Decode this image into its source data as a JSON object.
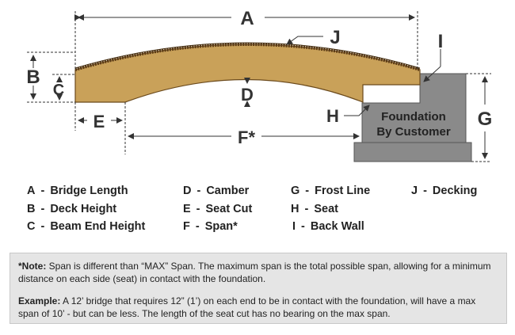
{
  "diagram": {
    "dimension_letters": {
      "A": "A",
      "B": "B",
      "C": "C",
      "D": "D",
      "E": "E",
      "F": "F*",
      "G": "G",
      "H": "H",
      "I": "I",
      "J": "J"
    },
    "foundation_label": [
      "Foundation",
      "By Customer"
    ],
    "colors": {
      "beam": "#c9a159",
      "beam_edge": "#6b4a1c",
      "decking": "#5a3a16",
      "foundation": "#8a8a8a",
      "foundation_edge": "#555555",
      "dimension_lines": "#333333"
    }
  },
  "legend": [
    {
      "letter": "A",
      "sep": "-",
      "text": "Bridge Length"
    },
    {
      "letter": "B",
      "sep": "-",
      "text": "Deck Height"
    },
    {
      "letter": "C",
      "sep": "-",
      "text": "Beam End Height"
    },
    {
      "letter": "D",
      "sep": "-",
      "text": "Camber"
    },
    {
      "letter": "E",
      "sep": "-",
      "text": "Seat Cut"
    },
    {
      "letter": "F",
      "sep": "-",
      "text": "Span*"
    },
    {
      "letter": "G",
      "sep": "-",
      "text": "Frost Line"
    },
    {
      "letter": "H",
      "sep": "-",
      "text": "Seat"
    },
    {
      "letter": "I",
      "sep": "-",
      "text": "Back Wall"
    },
    {
      "letter": "J",
      "sep": "-",
      "text": "Decking"
    }
  ],
  "note": {
    "note_label": "*Note:",
    "note_text": " Span is different than “MAX” Span. The maximum span is the total possible span, allowing for a minimum distance on each side (seat) in contact with the foundation.",
    "example_label": "Example:",
    "example_text": " A 12’ bridge that requires 12” (1’) on each end to be in contact with the foundation, will have a max span of 10’ - but can be less. The length of the seat cut has no bearing on the max span."
  }
}
